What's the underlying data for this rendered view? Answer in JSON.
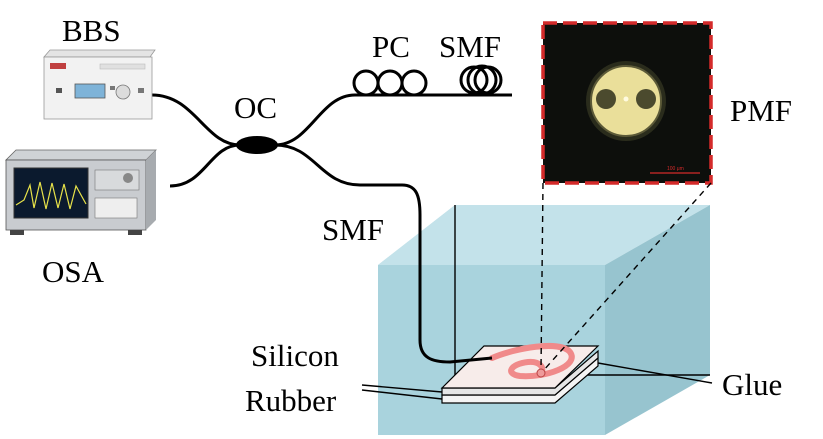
{
  "labels": {
    "bbs": "BBS",
    "osa": "OSA",
    "oc": "OC",
    "pc": "PC",
    "smf_top": "SMF",
    "smf_mid": "SMF",
    "pmf": "PMF",
    "silicon": "Silicon",
    "rubber": "Rubber",
    "glue": "Glue"
  },
  "inset": {
    "scale_bar": "100 μm"
  },
  "colors": {
    "water_front": "#a9d3dd",
    "water_top": "#c3e2ea",
    "water_side": "#97c4cf",
    "inset_border": "#d42a2a",
    "fiber_coil": "#f08a8a",
    "fiber_core": "#eadf9a",
    "inset_bg": "#0d0f0c"
  }
}
